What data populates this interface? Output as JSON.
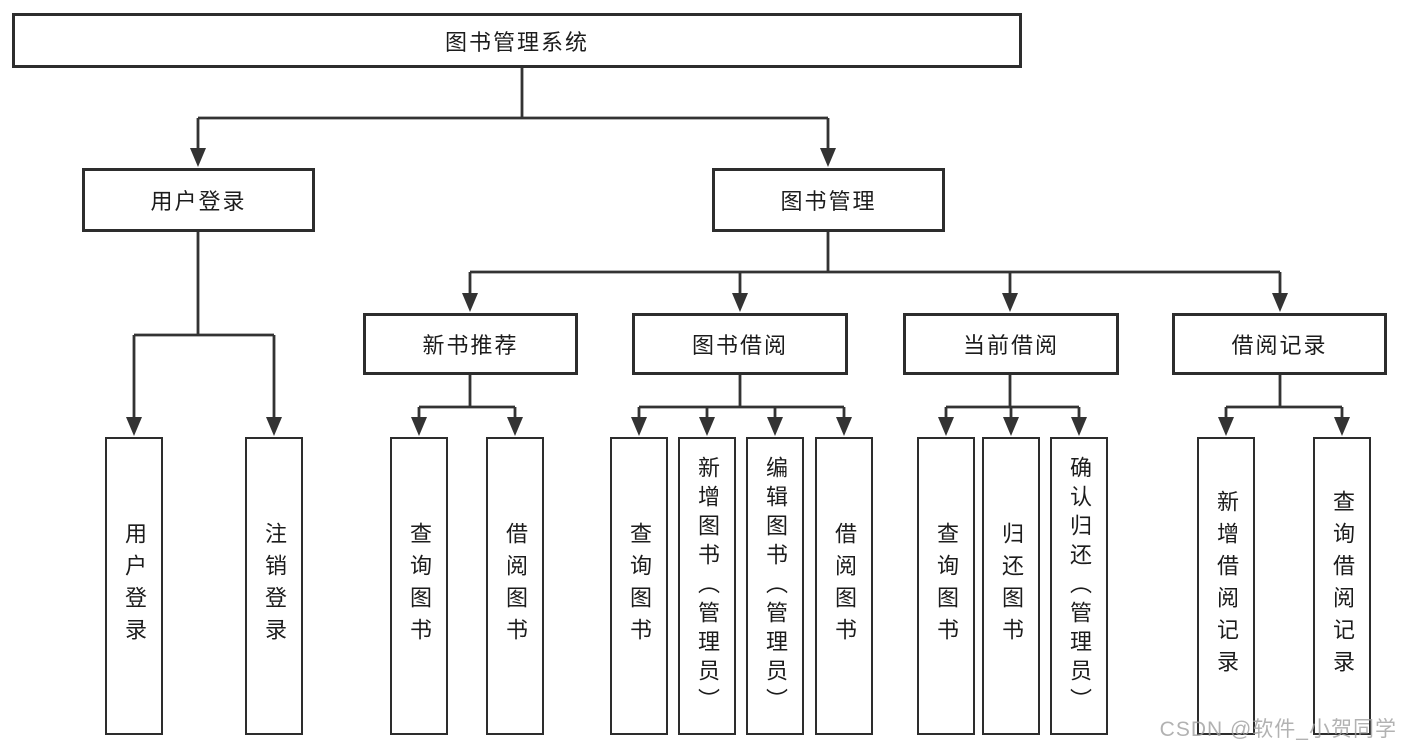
{
  "diagram_title": "图书管理系统",
  "watermark": "CSDN @软件_小贺同学",
  "colors": {
    "line": "#333333",
    "box_border": "#2d2d2d",
    "box_fill": "#ffffff",
    "text": "#1c1c1c",
    "watermark": "#9f9f9f",
    "background": "#ffffff"
  },
  "tree": {
    "label": "图书管理系统",
    "children": [
      {
        "label": "用户登录",
        "children": [
          {
            "label": "用户登录"
          },
          {
            "label": "注销登录"
          }
        ]
      },
      {
        "label": "图书管理",
        "children": [
          {
            "label": "新书推荐",
            "children": [
              {
                "label": "查询图书"
              },
              {
                "label": "借阅图书"
              }
            ]
          },
          {
            "label": "图书借阅",
            "children": [
              {
                "label": "查询图书"
              },
              {
                "label": "新增图书（管理员）"
              },
              {
                "label": "编辑图书（管理员）"
              },
              {
                "label": "借阅图书"
              }
            ]
          },
          {
            "label": "当前借阅",
            "children": [
              {
                "label": "查询图书"
              },
              {
                "label": "归还图书"
              },
              {
                "label": "确认归还（管理员）"
              }
            ]
          },
          {
            "label": "借阅记录",
            "children": [
              {
                "label": "新增借阅记录"
              },
              {
                "label": "查询借阅记录"
              }
            ]
          }
        ]
      }
    ]
  }
}
